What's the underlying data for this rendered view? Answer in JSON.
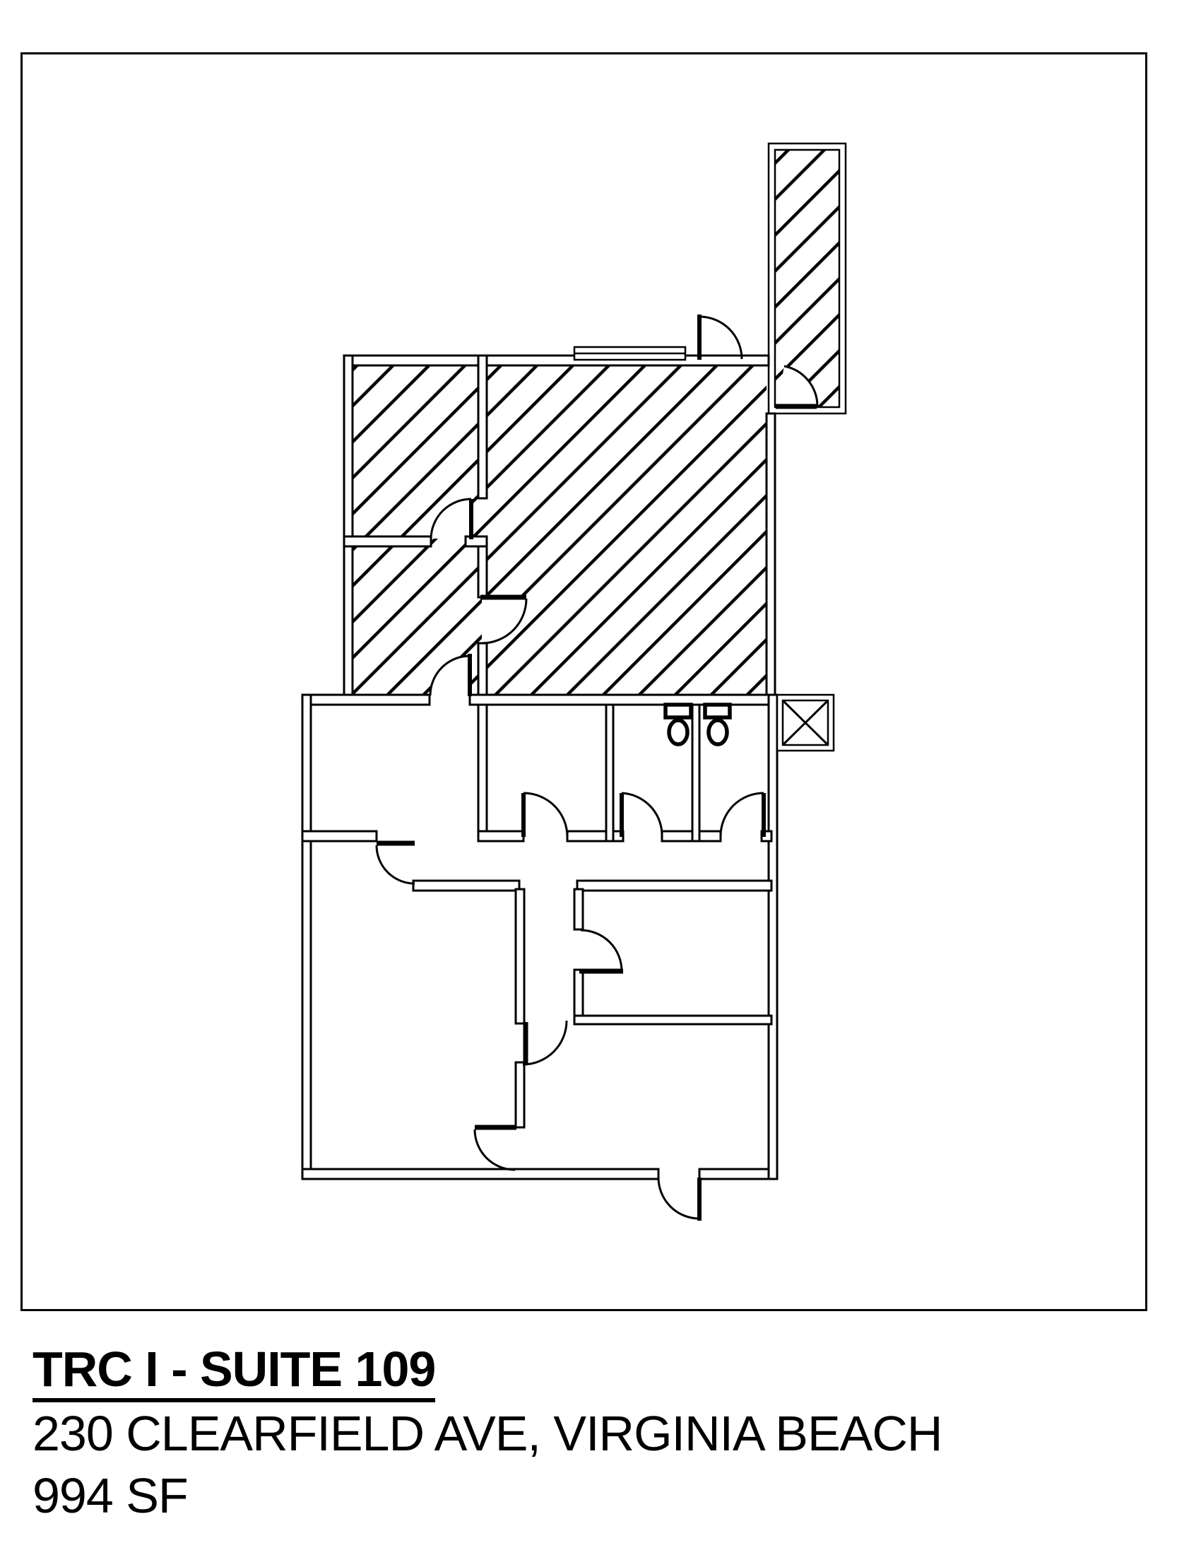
{
  "footer": {
    "title": "TRC I - SUITE 109",
    "address": "230 CLEARFIELD AVE, VIRGINIA BEACH",
    "area": "994 SF"
  },
  "plan": {
    "ink_color": "#000000",
    "paper_color": "#ffffff",
    "suite_highlight": "diagonal-hatch",
    "window_count": 1,
    "door_count": 13,
    "fixtures": {
      "toilets": 2,
      "elevator_shaft": 1
    }
  }
}
